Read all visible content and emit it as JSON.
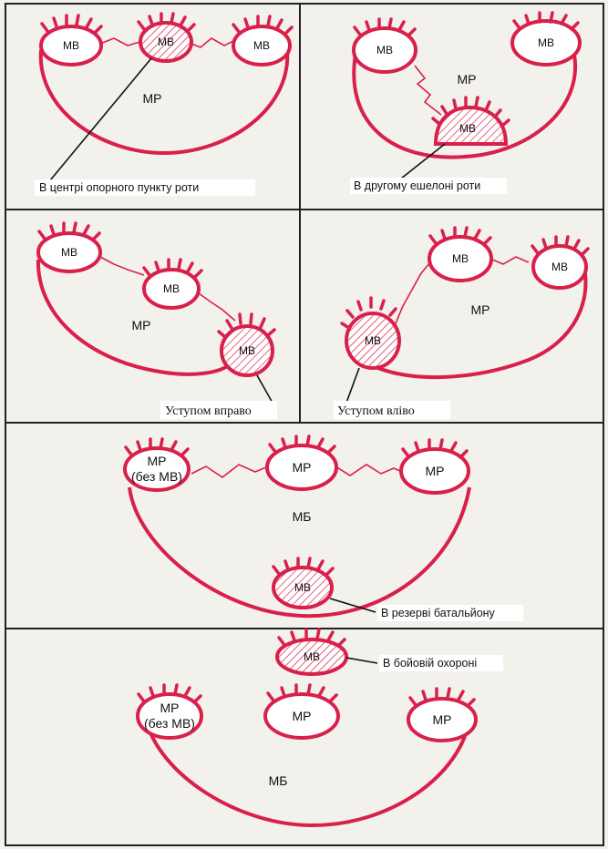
{
  "colors": {
    "line": "#d8204a",
    "frame": "#222222",
    "paper": "#f3f1ec",
    "text": "#111111"
  },
  "panel1": {
    "left_unit": "МВ",
    "center_unit": "МВ",
    "right_unit": "МВ",
    "area": "МР",
    "caption": "В центрі опорного пункту роти"
  },
  "panel2": {
    "left_unit": "МВ",
    "right_unit": "МВ",
    "area": "МР",
    "second_unit": "МВ",
    "caption": "В другому ешелоні роти"
  },
  "panel3": {
    "left_unit": "МВ",
    "mid_unit": "МВ",
    "area": "МР",
    "back_unit": "МВ",
    "caption": "Уступом вправо"
  },
  "panel4": {
    "left_unit": "МВ",
    "mid_unit": "МВ",
    "right_unit": "МВ",
    "area": "МР",
    "caption": "Уступом вліво"
  },
  "panel5": {
    "left_unit_line1": "МР",
    "left_unit_line2": "(без МВ)",
    "center_unit": "МР",
    "right_unit": "МР",
    "area": "МБ",
    "reserve_unit": "МВ",
    "caption": "В резерві батальйону"
  },
  "panel6": {
    "guard_unit": "МВ",
    "guard_caption": "В бойовій охороні",
    "left_unit_line1": "МР",
    "left_unit_line2": "(без МВ)",
    "center_unit": "МР",
    "right_unit": "МР",
    "area": "МБ"
  }
}
